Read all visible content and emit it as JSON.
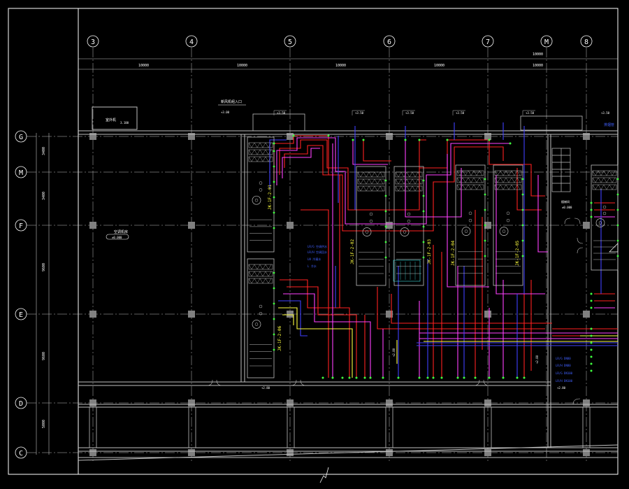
{
  "grid": {
    "columns": [
      "3",
      "4",
      "5",
      "6",
      "7",
      "M",
      "8"
    ],
    "rows": [
      "G",
      "M",
      "F",
      "E",
      "D",
      "C"
    ]
  },
  "dimensions": {
    "top_spans": [
      "10000",
      "10000",
      "10000",
      "10000",
      "10000"
    ],
    "top_overall": "10000",
    "left_spans": [
      "3400",
      "3400",
      "9600",
      "9600",
      "5000"
    ]
  },
  "labels": {
    "box_top_left": "室外机",
    "box_top_left_sub": "3.100",
    "note_top": "新风机组入口",
    "note_top_sub": "+3.00",
    "room_tag": "空调机房",
    "room_elev": "±0.000",
    "room_right": "楼梯间",
    "room_right_elev": "±0.000",
    "legend_top_right": "排烟管",
    "unit_tags": [
      "JK-1F-2-01",
      "JK-1F-2-02",
      "JK-1F-2-03",
      "JK-1F-2-04",
      "JK-1F-2-05",
      "JK-1F-2-06"
    ],
    "pipe_labels_left": [
      "LR/G 空调供水",
      "LR/H 空调回水",
      "LN 冷凝水",
      "L 冷水"
    ],
    "pipe_labels_right": [
      "LR/G DN80",
      "LR/H DN80",
      "LR/G DN100",
      "LR/H DN100"
    ],
    "elev_tags": [
      "+3.50",
      "+3.50",
      "+3.50",
      "+3.50",
      "+3.50",
      "+3.50",
      "+2.80",
      "+2.80",
      "+2.80",
      "+2.80"
    ]
  },
  "colors": {
    "background": "#000000",
    "frame": "#ffffff",
    "grid_line": "#c0c0c0",
    "red_pipe": "#ff2020",
    "magenta_pipe": "#ff40ff",
    "blue_pipe": "#4040ff",
    "yellow_pipe": "#ffff40",
    "cyan_equip": "#40e0e0",
    "green_node": "#40ff40",
    "column": "#808080"
  }
}
